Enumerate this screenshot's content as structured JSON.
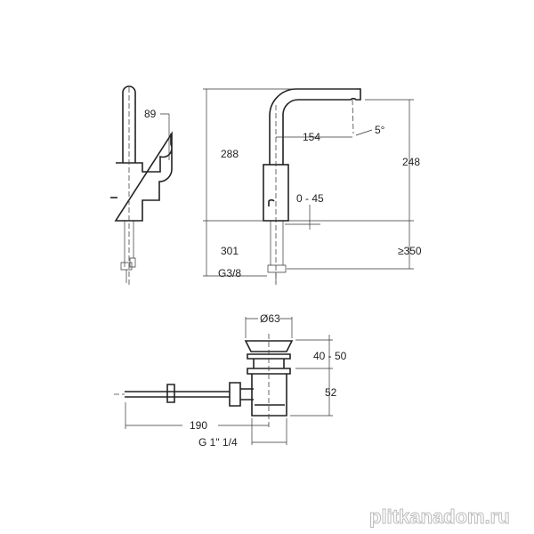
{
  "faucet": {
    "reach": "89",
    "height_total": "288",
    "spout_reach": "154",
    "angle": "5°",
    "spout_height": "248",
    "lever": "0 - 45",
    "below": "301",
    "min_clearance": "≥350",
    "connection": "G3/8"
  },
  "drain": {
    "diameter": "Ø63",
    "lift": "40 - 50",
    "body_height": "52",
    "rod_length": "190",
    "thread": "G 1\" 1/4"
  },
  "watermark": "plitkanadom.ru"
}
